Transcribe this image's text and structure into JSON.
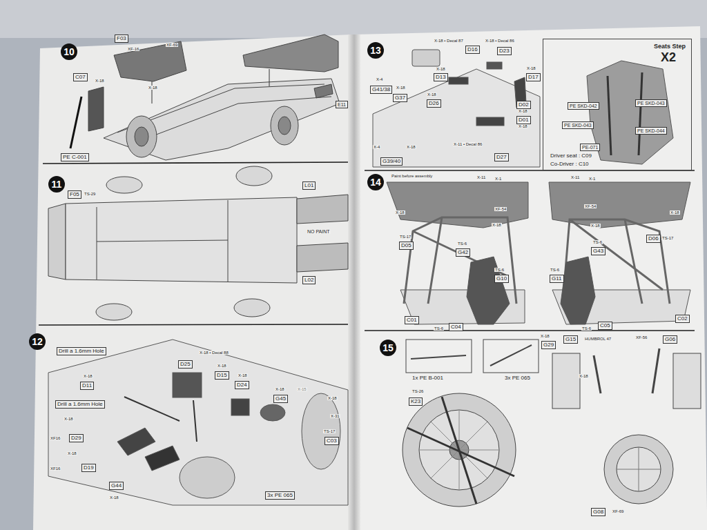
{
  "diagram": {
    "nodes": [
      {
        "text": [
          "10"
        ]
      },
      {
        "text": [
          "11"
        ]
      },
      {
        "text": [
          "12"
        ]
      },
      {
        "text": [
          "13"
        ]
      },
      {
        "text": [
          "14"
        ]
      },
      {
        "text": [
          "15"
        ]
      },
      {
        "text": [
          "Seats Step",
          "X2"
        ]
      }
    ],
    "labels": [
      "F03",
      "XF-16",
      "XF-69",
      "X-18",
      "C07",
      "X-18",
      "PE C-001",
      "E11",
      "F05",
      "TS-29",
      "L01",
      "NO PAINT",
      "L02",
      "Drill a 1.6mm Hole",
      "X-18 • Decal 88",
      "D25",
      "X-18",
      "D15",
      "X-18",
      "D24",
      "X-18",
      "D11",
      "X-15",
      "X-18",
      "Drill a 1.6mm Hole",
      "X-18",
      "X-18",
      "G45",
      "X-31",
      "XF16",
      "D29",
      "X-18",
      "XF16",
      "D19",
      "G44",
      "X-18",
      "TS-17",
      "C03",
      "3x PE 065",
      "X-18 • Decal 87",
      "D16",
      "X-18 • Decal 86",
      "D23",
      "X-18",
      "D13",
      "X-18",
      "D26",
      "X-4",
      "G41/38",
      "X-18",
      "G37",
      "X-18",
      "D17",
      "D02",
      "X-18",
      "D01",
      "X-18",
      "X-11 • Decal 86",
      "D27",
      "X-4",
      "X-18",
      "G39/40",
      "PE SKD-042",
      "PE SKD-043",
      "PE SKD-043",
      "PE SKD-044",
      "PE-071",
      "Driver seat : C09",
      "Co-Driver : C10",
      "Paint before assembly",
      "X-11",
      "X-1",
      "X-18",
      "XF-54",
      "X-11",
      "X-1",
      "XF-54",
      "X-18",
      "TS-17",
      "D05",
      "X-18",
      "TS-6",
      "G42",
      "TS-6",
      "G10",
      "C01",
      "TS-6",
      "C04",
      "X-18",
      "TS-6",
      "G43",
      "D06",
      "TS-17",
      "TS-6",
      "G11",
      "TS-6",
      "C05",
      "C02",
      "1x PE B-001",
      "3x PE 065",
      "TS-26",
      "K23",
      "X-18",
      "G29",
      "G15",
      "HUMBROL 47",
      "XF-56",
      "G06",
      "X-18",
      "G08",
      "XF-69"
    ]
  }
}
